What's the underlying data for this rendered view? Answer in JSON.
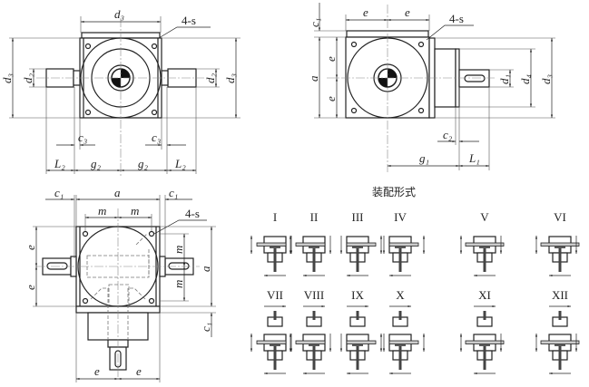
{
  "views": {
    "front": {
      "d3_top": "d₃",
      "d3_left": "d₃",
      "d2_left": "d₂",
      "d2_right": "d₂",
      "d3_right": "d₃",
      "holes": "4-s",
      "c3_left": "c₃",
      "c3_right": "c₃",
      "L2_left": "L₂",
      "g2_left": "g₂",
      "g2_right": "g₂",
      "L2_right": "L₂"
    },
    "side": {
      "c1": "c₁",
      "e_top_left": "e",
      "e_top_right": "e",
      "holes": "4-s",
      "a": "a",
      "e_upper": "e",
      "e_lower": "e",
      "d1": "d₁",
      "d4": "d₄",
      "d3": "d₃",
      "c2": "c₂",
      "g1": "g₁",
      "L1": "L₁"
    },
    "bottom": {
      "c1_left": "c₁",
      "a_top": "a",
      "c1_right": "c₁",
      "m_left": "m",
      "m_right": "m",
      "holes": "4-s",
      "e_upper": "e",
      "e_lower": "e",
      "m_upper": "m",
      "m_lower": "m",
      "a_right": "a",
      "c1_bottom": "c₁",
      "e_bottom_left": "e",
      "e_bottom_right": "e"
    }
  },
  "assembly": {
    "title": "装配形式",
    "forms": [
      {
        "label": "I",
        "type": "single",
        "shaft": "left"
      },
      {
        "label": "II",
        "type": "single",
        "shaft": "left"
      },
      {
        "label": "III",
        "type": "single",
        "shaft": "right"
      },
      {
        "label": "IV",
        "type": "single",
        "shaft": "right"
      },
      {
        "label": "V",
        "type": "single",
        "shaft": "through"
      },
      {
        "label": "VI",
        "type": "single",
        "shaft": "through"
      },
      {
        "label": "VII",
        "type": "double",
        "shaft": "left"
      },
      {
        "label": "VIII",
        "type": "double",
        "shaft": "left"
      },
      {
        "label": "IX",
        "type": "double",
        "shaft": "right"
      },
      {
        "label": "X",
        "type": "double",
        "shaft": "right"
      },
      {
        "label": "XI",
        "type": "double",
        "shaft": "through"
      },
      {
        "label": "XII",
        "type": "double",
        "shaft": "through"
      }
    ]
  }
}
